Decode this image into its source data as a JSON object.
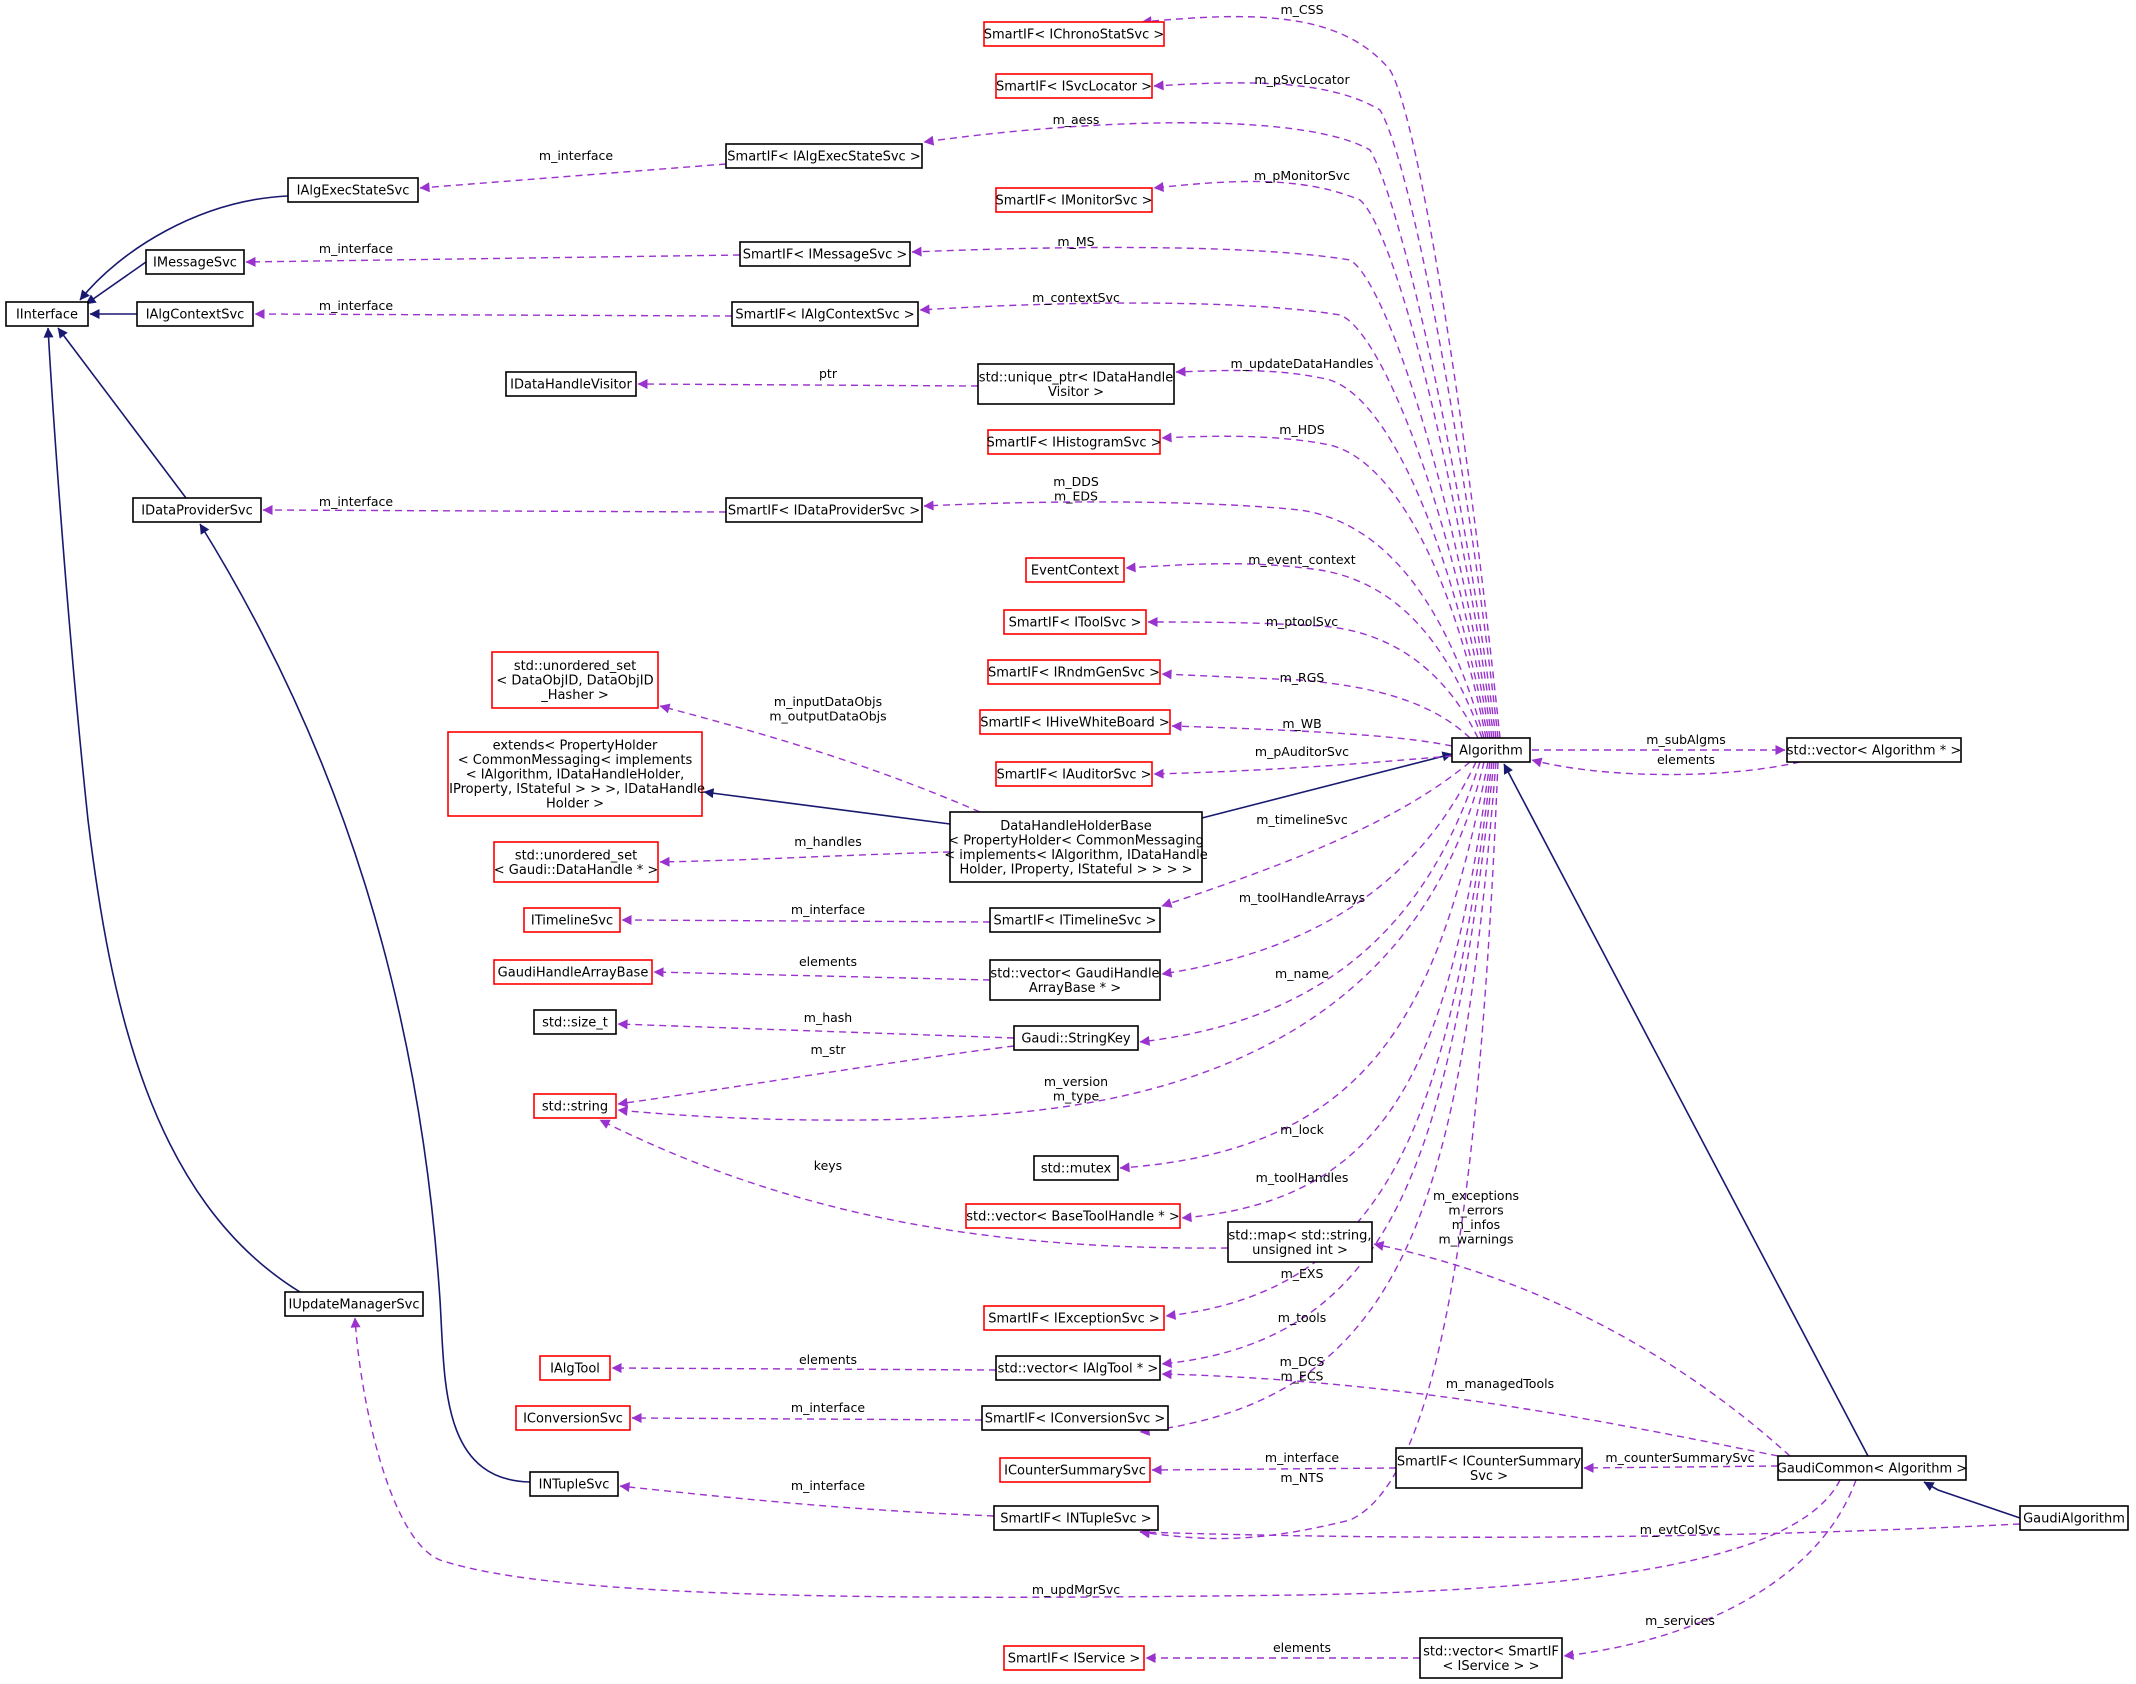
{
  "colors": {
    "inherit_edge": "#191970",
    "use_edge": "#9a32cd",
    "node_border_normal": "#000000",
    "node_border_undocumented": "#ff0000",
    "node_fill_current": "#bfbfbf"
  },
  "nodes": {
    "GaudiAlgorithm": [
      "GaudiAlgorithm"
    ],
    "GaudiCommon": [
      "GaudiCommon< Algorithm >"
    ],
    "Algorithm": [
      "Algorithm"
    ],
    "vecAlgPtr": [
      "std::vector< Algorithm * >"
    ],
    "IInterface": [
      "IInterface"
    ],
    "IAlgExecStateSvc": [
      "IAlgExecStateSvc"
    ],
    "IMessageSvc": [
      "IMessageSvc"
    ],
    "IAlgContextSvc": [
      "IAlgContextSvc"
    ],
    "IDataHandleVisitor": [
      "IDataHandleVisitor"
    ],
    "IDataProviderSvc": [
      "IDataProviderSvc"
    ],
    "IUpdateManagerSvc": [
      "IUpdateManagerSvc"
    ],
    "INTupleSvc": [
      "INTupleSvc"
    ],
    "SmartIF_IAlgExecStateSvc": [
      "SmartIF< IAlgExecStateSvc >"
    ],
    "SmartIF_IMessageSvc": [
      "SmartIF< IMessageSvc >"
    ],
    "SmartIF_IAlgContextSvc": [
      "SmartIF< IAlgContextSvc >"
    ],
    "unique_ptr_IDataHandleVisitor": [
      "std::unique_ptr< IDataHandle",
      "Visitor >"
    ],
    "SmartIF_IDataProviderSvc": [
      "SmartIF< IDataProviderSvc >"
    ],
    "SmartIF_IChronoStatSvc": [
      "SmartIF< IChronoStatSvc >"
    ],
    "SmartIF_ISvcLocator": [
      "SmartIF< ISvcLocator >"
    ],
    "SmartIF_IMonitorSvc": [
      "SmartIF< IMonitorSvc >"
    ],
    "SmartIF_IHistogramSvc": [
      "SmartIF< IHistogramSvc >"
    ],
    "EventContext": [
      "EventContext"
    ],
    "SmartIF_IToolSvc": [
      "SmartIF< IToolSvc >"
    ],
    "SmartIF_IRndmGenSvc": [
      "SmartIF< IRndmGenSvc >"
    ],
    "SmartIF_IHiveWhiteBoard": [
      "SmartIF< IHiveWhiteBoard >"
    ],
    "SmartIF_IAuditorSvc": [
      "SmartIF< IAuditorSvc >"
    ],
    "unordered_set_DataObjID": [
      "std::unordered_set",
      "< DataObjID, DataObjID",
      "_Hasher >"
    ],
    "extends_PropertyHolder": [
      "extends< PropertyHolder",
      "< CommonMessaging< implements",
      "< IAlgorithm, IDataHandleHolder,",
      " IProperty, IStateful > > >, IDataHandle",
      "Holder >"
    ],
    "DataHandleHolderBase": [
      "DataHandleHolderBase",
      "< PropertyHolder< CommonMessaging",
      "< implements< IAlgorithm, IDataHandle",
      "Holder, IProperty, IStateful > > > >"
    ],
    "unordered_set_DataHandle": [
      "std::unordered_set",
      "< Gaudi::DataHandle * >"
    ],
    "ITimelineSvc": [
      "ITimelineSvc"
    ],
    "SmartIF_ITimelineSvc": [
      "SmartIF< ITimelineSvc >"
    ],
    "GaudiHandleArrayBase": [
      "GaudiHandleArrayBase"
    ],
    "vector_GaudiHandleArrayBase": [
      "std::vector< GaudiHandle",
      "ArrayBase * >"
    ],
    "size_t": [
      "std::size_t"
    ],
    "StringKey": [
      "Gaudi::StringKey"
    ],
    "string": [
      "std::string"
    ],
    "mutex": [
      "std::mutex"
    ],
    "vector_BaseToolHandle": [
      "std::vector< BaseToolHandle * >"
    ],
    "map_string_uint": [
      "std::map< std::string,",
      "unsigned int >"
    ],
    "SmartIF_IExceptionSvc": [
      "SmartIF< IExceptionSvc >"
    ],
    "IAlgTool": [
      "IAlgTool"
    ],
    "vector_IAlgTool": [
      "std::vector< IAlgTool * >"
    ],
    "IConversionSvc": [
      "IConversionSvc"
    ],
    "SmartIF_IConversionSvc": [
      "SmartIF< IConversionSvc >"
    ],
    "ICounterSummarySvc": [
      "ICounterSummarySvc"
    ],
    "SmartIF_ICounterSummarySvc": [
      "SmartIF< ICounterSummary",
      "Svc >"
    ],
    "SmartIF_INTupleSvc": [
      "SmartIF< INTupleSvc >"
    ],
    "SmartIF_IService": [
      "SmartIF< IService >"
    ],
    "vector_SmartIF_IService": [
      "std::vector< SmartIF",
      "< IService > >"
    ]
  },
  "edge_labels": {
    "m_interface": [
      "m_interface"
    ],
    "m_aess": [
      "m_aess"
    ],
    "m_MS": [
      "m_MS"
    ],
    "m_contextSvc": [
      "m_contextSvc"
    ],
    "ptr": [
      "ptr"
    ],
    "m_updateDataHandles": [
      "m_updateDataHandles"
    ],
    "m_DDS_EDS": [
      "m_DDS",
      "m_EDS"
    ],
    "m_CSS": [
      "m_CSS"
    ],
    "m_pSvcLocator": [
      "m_pSvcLocator"
    ],
    "m_pMonitorSvc": [
      "m_pMonitorSvc"
    ],
    "m_HDS": [
      "m_HDS"
    ],
    "m_event_context": [
      "m_event_context"
    ],
    "m_ptoolSvc": [
      "m_ptoolSvc"
    ],
    "m_RGS": [
      "m_RGS"
    ],
    "m_WB": [
      "m_WB"
    ],
    "m_pAuditorSvc": [
      "m_pAuditorSvc"
    ],
    "m_subAlgms": [
      "m_subAlgms"
    ],
    "elements": [
      "elements"
    ],
    "m_inputDataObjs": [
      "m_inputDataObjs",
      "m_outputDataObjs"
    ],
    "m_handles": [
      "m_handles"
    ],
    "m_timelineSvc": [
      "m_timelineSvc"
    ],
    "m_toolHandleArrays": [
      "m_toolHandleArrays"
    ],
    "m_hash": [
      "m_hash"
    ],
    "m_str": [
      "m_str"
    ],
    "m_name": [
      "m_name"
    ],
    "m_version_type": [
      "m_version",
      "m_type"
    ],
    "m_lock": [
      "m_lock"
    ],
    "keys": [
      "keys"
    ],
    "m_toolHandles": [
      "m_toolHandles"
    ],
    "m_exceptions": [
      "m_exceptions",
      "m_errors",
      "m_infos",
      "m_warnings"
    ],
    "m_EXS": [
      "m_EXS"
    ],
    "m_tools": [
      "m_tools"
    ],
    "m_DCS_ECS": [
      "m_DCS",
      "m_ECS"
    ],
    "m_managedTools": [
      "m_managedTools"
    ],
    "m_counterSummarySvc": [
      "m_counterSummarySvc"
    ],
    "m_NTS": [
      "m_NTS"
    ],
    "m_evtColSvc": [
      "m_evtColSvc"
    ],
    "m_updMgrSvc": [
      "m_updMgrSvc"
    ],
    "m_services": [
      "m_services"
    ]
  }
}
